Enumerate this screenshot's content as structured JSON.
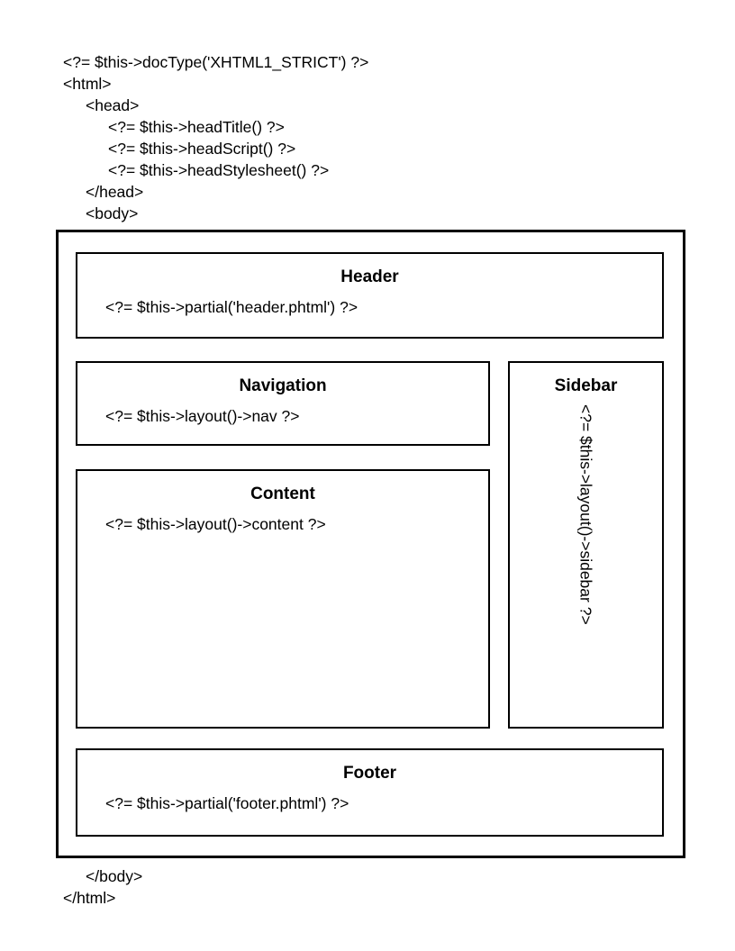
{
  "top_code": [
    "<?= $this->docType('XHTML1_STRICT') ?>",
    "<html>",
    "<head>",
    "<?= $this->headTitle() ?>",
    "<?= $this->headScript() ?>",
    "<?= $this->headStylesheet() ?>",
    "</head>",
    "<body>"
  ],
  "bottom_code": [
    "</body>",
    "</html>"
  ],
  "boxes": {
    "header": {
      "title": "Header",
      "code": "<?= $this->partial('header.phtml') ?>"
    },
    "navigation": {
      "title": "Navigation",
      "code": "<?= $this->layout()->nav ?>"
    },
    "content": {
      "title": "Content",
      "code": "<?= $this->layout()->content ?>"
    },
    "sidebar": {
      "title": "Sidebar",
      "code": "<?= $this->layout()->sidebar ?>"
    },
    "footer": {
      "title": "Footer",
      "code": "<?= $this->partial('footer.phtml') ?>"
    }
  },
  "colors": {
    "border": "#000000",
    "text": "#000000",
    "background": "#ffffff"
  }
}
